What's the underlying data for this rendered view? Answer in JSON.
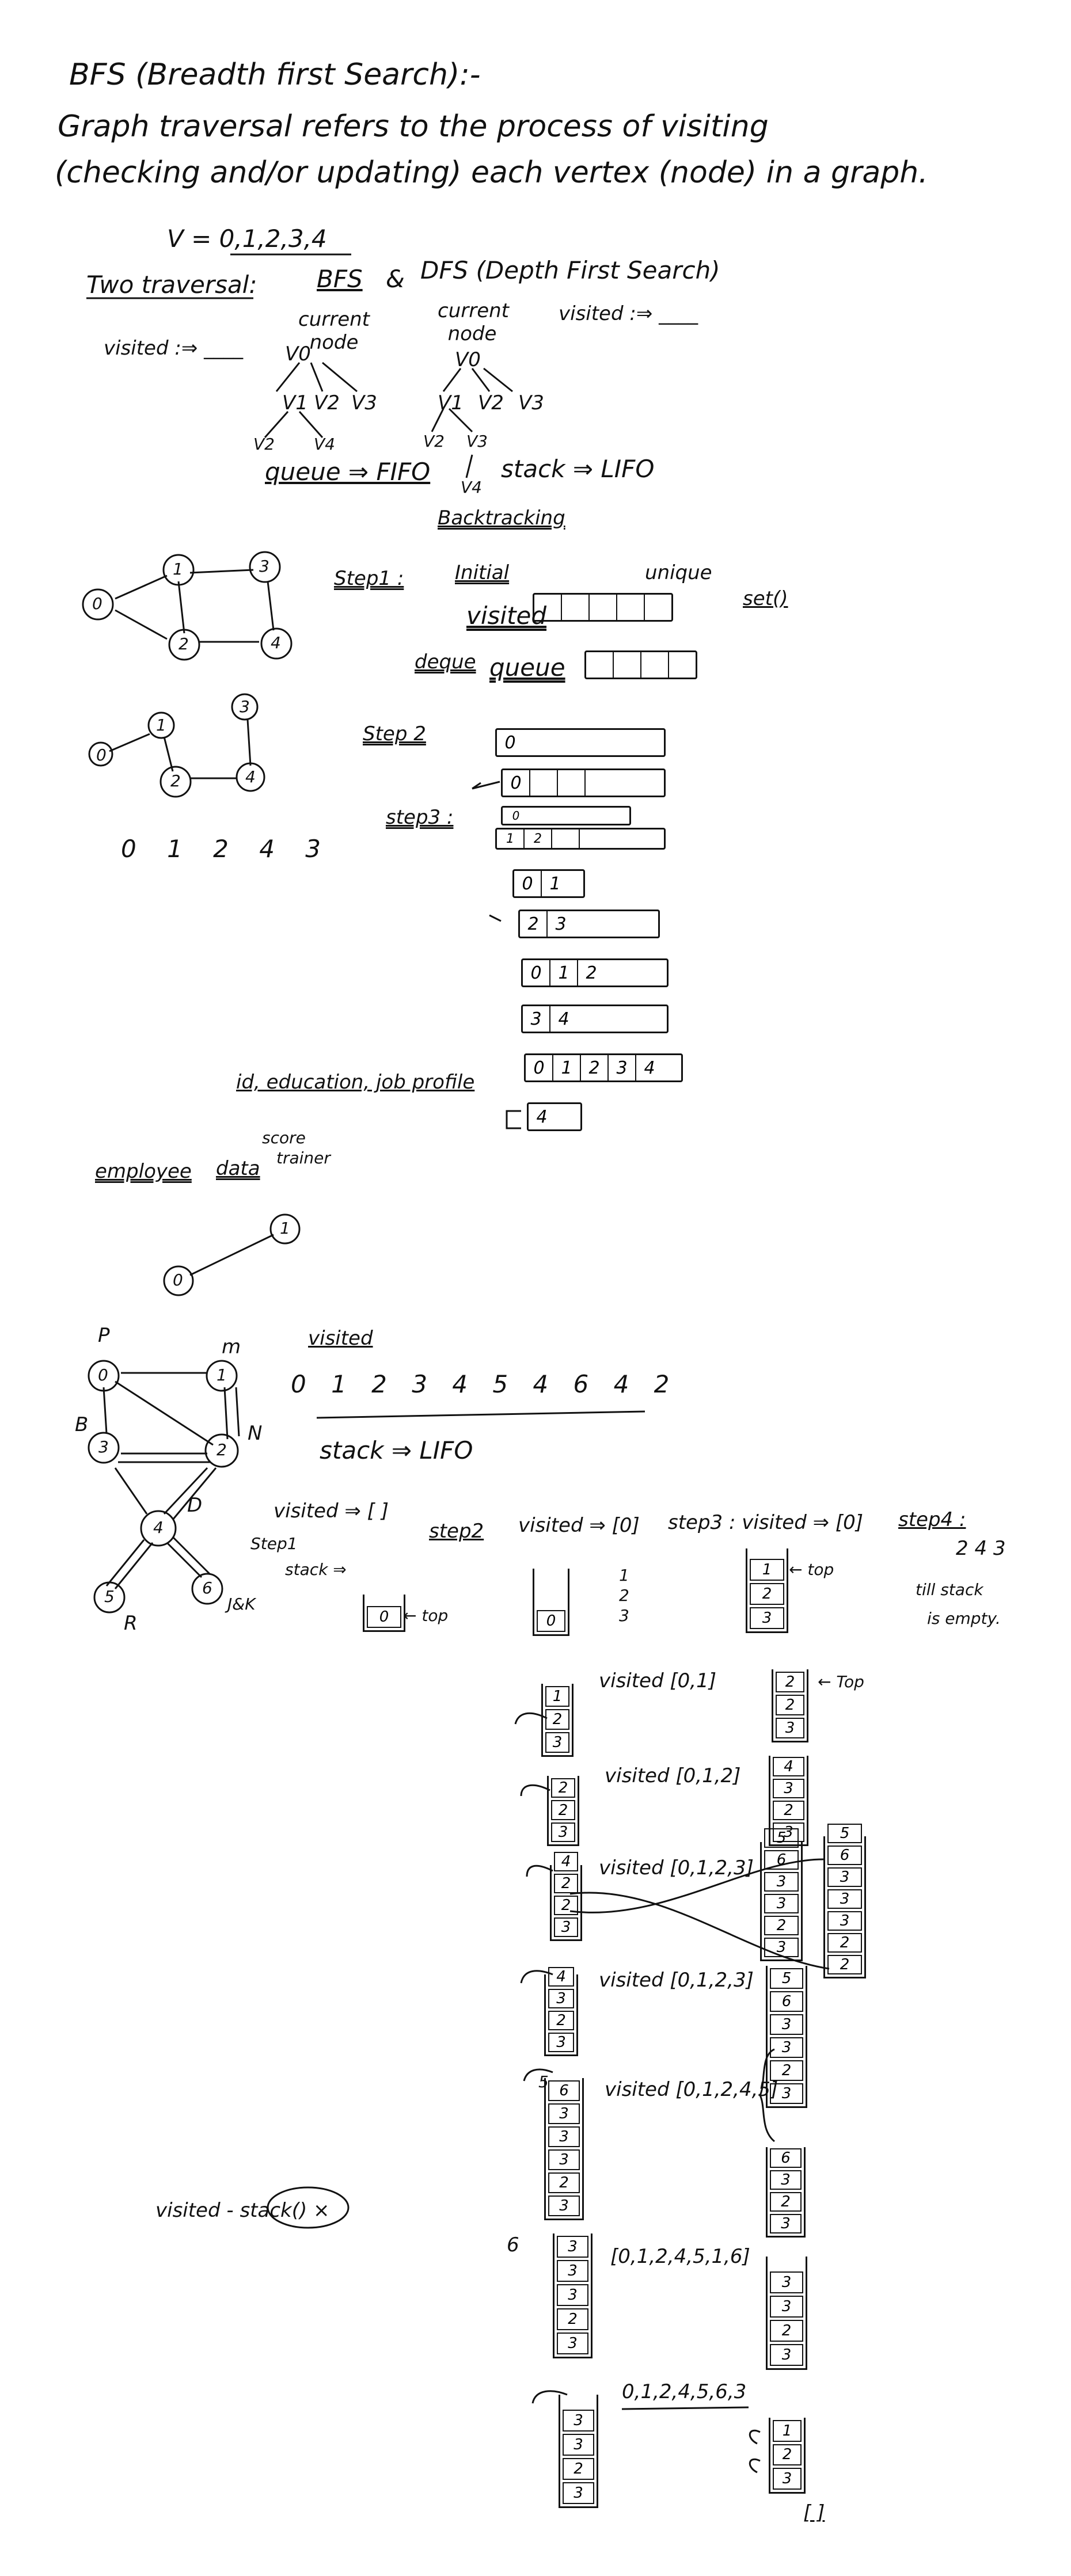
{
  "header": {
    "title": "BFS (Breadth first Search):-",
    "definition_line1": "Graph traversal refers to the process of visiting",
    "definition_line2": "(checking and/or updating) each vertex (node) in a graph.",
    "vertices": "V = 0,1,2,3,4"
  },
  "traversal": {
    "label": "Two traversal:",
    "bfs": "BFS",
    "amp": "&",
    "dfs": "DFS (Depth First Search)",
    "visited_left": "visited :⇒ ____",
    "visited_right": "visited :⇒ ____",
    "current_node_1": "current node",
    "current_node_2": "current node",
    "queue": "queue ⇒ FIFO",
    "stack": "stack ⇒ LIFO",
    "backtracking": "Backtracking",
    "tree_left": [
      "V0",
      "V1",
      "V2",
      "V3",
      "V2",
      "V4"
    ],
    "tree_right": [
      "V0",
      "V1",
      "V2",
      "V3",
      "V2",
      "V3",
      "V4"
    ]
  },
  "bfs_example": {
    "step1": "Step1 :",
    "initial": "Initial",
    "unique": "unique",
    "visited": "visited",
    "set": "set()",
    "deque": "deque",
    "queue": "queue",
    "step2": "Step 2",
    "step3": "step3 :",
    "order": "0 1 2 4 3",
    "rows": [
      [
        "0"
      ],
      [
        "0",
        "",
        "",
        ""
      ],
      [
        "0"
      ],
      [
        "1",
        "2",
        "",
        ""
      ],
      [
        "0",
        "1"
      ],
      [
        "2",
        "3"
      ],
      [
        "0",
        "1",
        "2"
      ],
      [
        "3",
        "4"
      ],
      [
        "0",
        "1",
        "2",
        "3",
        "4"
      ],
      [
        "4"
      ]
    ],
    "graph_nodes": [
      "0",
      "1",
      "3",
      "2",
      "4"
    ],
    "graph2_nodes": [
      "0",
      "1",
      "3",
      "2",
      "4"
    ]
  },
  "notes": {
    "id_line": "id, education, job profile",
    "employee": "employee",
    "data": "data",
    "trainer": "trainer",
    "scores": "score",
    "small_graph": [
      "0",
      "1"
    ]
  },
  "dfs_example": {
    "visited_title": "visited",
    "visited_order": "0 1 2 3 4 5 4 6 4 2",
    "stack_lifo": "stack ⇒ LIFO",
    "node_labels": [
      "P",
      "m",
      "B",
      "N",
      "D",
      "R",
      "J&K"
    ],
    "nodes": [
      "0",
      "1",
      "3",
      "2",
      "4",
      "5",
      "6"
    ],
    "visited_empty": "visited ⇒ [ ]",
    "step1": "Step1",
    "stack_arrow": "stack ⇒",
    "top": "← top",
    "step2": "step2",
    "visited_zero": "visited ⇒ [0]",
    "step3": "step3 : visited ⇒ [0]",
    "step4": "step4 :",
    "step4_nums": "2 4 3",
    "till_stack": "till stack",
    "is_empty": "is empty.",
    "step2_vals": [
      "1",
      "2",
      "3"
    ],
    "top2": "← top",
    "top3": "← Top",
    "visited_01": "visited [0,1]",
    "visited_012": "visited [0,1,2]",
    "visited_0123": "visited [0,1,2,3]",
    "visited_0123b": "visited [0,1,2,3]",
    "visited_01245": "visited [0,1,2,4,5]",
    "visited_0124516": "[0,1,2,4,5,1,6]",
    "visited_final": "0,1,2,4,5,6,3",
    "six": "6",
    "stack_note": "visited - stack() ×",
    "empty_brackets": "[ ]"
  }
}
